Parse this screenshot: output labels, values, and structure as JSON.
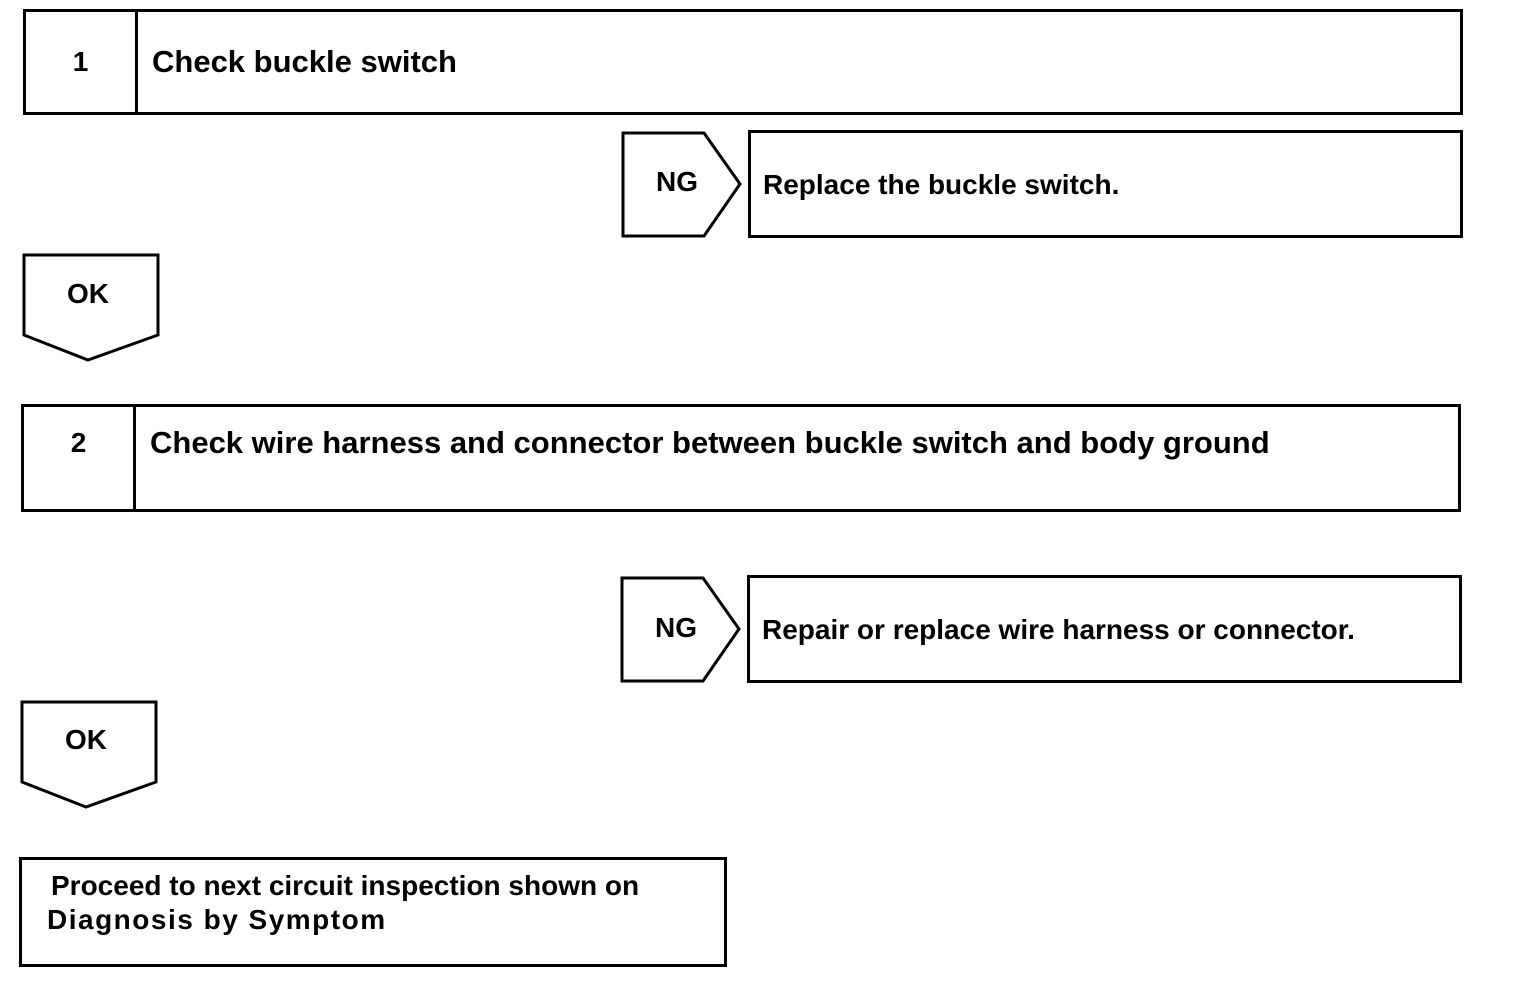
{
  "steps": [
    {
      "number": "1",
      "title": "Check buckle switch"
    },
    {
      "number": "2",
      "title": "Check wire harness and connector between buckle switch and body ground"
    }
  ],
  "ng_branches": [
    {
      "label": "NG",
      "action": "Replace the buckle switch."
    },
    {
      "label": "NG",
      "action": "Repair or replace wire harness or connector."
    }
  ],
  "ok_arrows": [
    {
      "label": "OK"
    },
    {
      "label": "OK"
    }
  ],
  "final": {
    "line1": "Proceed to next circuit inspection shown on",
    "line2": "Diagnosis by Symptom"
  },
  "colors": {
    "stroke": "#000000",
    "background": "#ffffff"
  }
}
